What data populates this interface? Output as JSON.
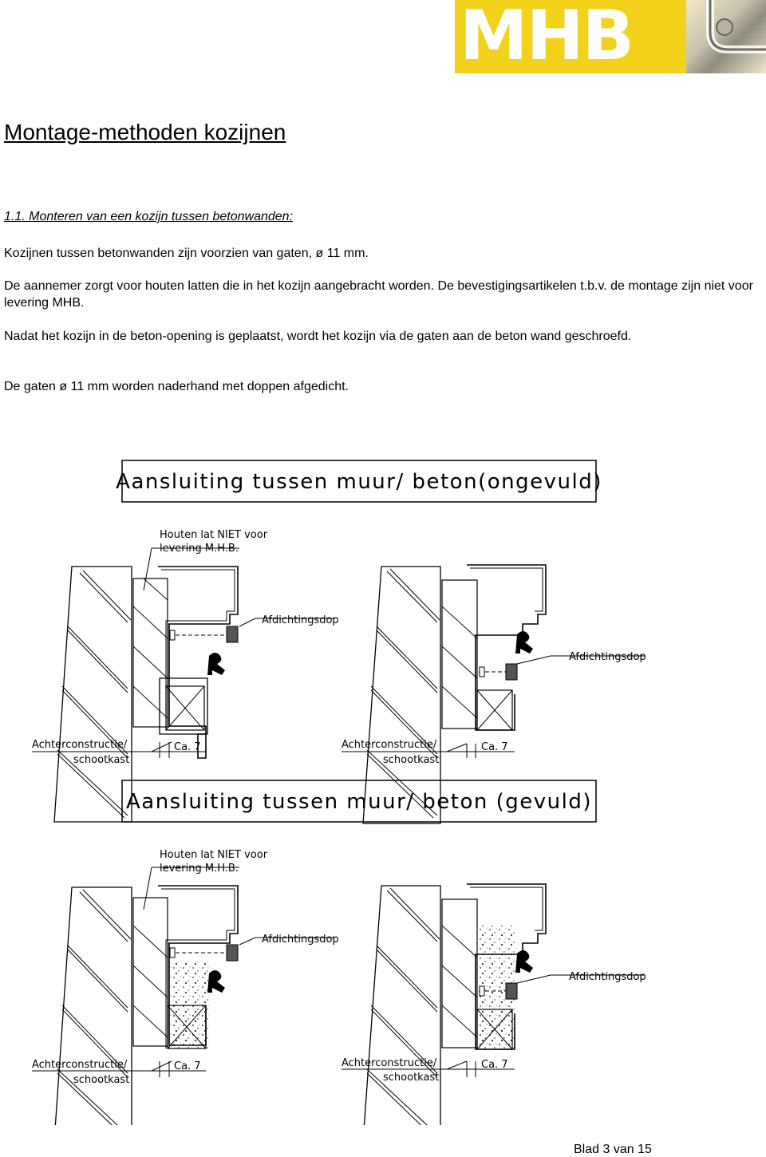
{
  "brand": {
    "logo_text": "MHB",
    "logo_color": "#f2d21a"
  },
  "page_title": "Montage-methoden kozijnen",
  "section_heading": "1.1. Monteren van een kozijn tussen betonwanden:",
  "paragraphs": [
    "Kozijnen tussen betonwanden zijn voorzien van gaten, ø 11 mm.",
    "De aannemer zorgt voor houten latten die in het kozijn aangebracht worden. De bevestigingsartikelen t.b.v. de montage zijn niet voor levering MHB.",
    "Nadat het kozijn in de beton-opening is geplaatst, wordt het kozijn via de gaten aan de beton wand geschroefd.",
    "De gaten ø 11 mm worden naderhand met doppen afgedicht."
  ],
  "drawings": [
    {
      "title": "Aansluiting tussen muur/ beton(ongevuld)",
      "left": {
        "label_lat_line1": "Houten lat NIET voor",
        "label_lat_line2": "levering M.H.B.",
        "label_dop": "Afdichtingsdop",
        "label_back_line1": "Achterconstructie/",
        "label_back_line2": "schootkast",
        "label_dim": "Ca. 7"
      },
      "right": {
        "label_dop": "Afdichtingsdop",
        "label_back_line1": "Achterconstructie/",
        "label_back_line2": "schootkast",
        "label_dim": "Ca. 7"
      }
    },
    {
      "title": "Aansluiting tussen muur/ beton (gevuld)",
      "left": {
        "label_lat_line1": "Houten lat NIET voor",
        "label_lat_line2": "levering M.H.B.",
        "label_dop": "Afdichtingsdop",
        "label_back_line1": "Achterconstructie/",
        "label_back_line2": "schootkast",
        "label_dim": "Ca. 7"
      },
      "right": {
        "label_dop": "Afdichtingsdop",
        "label_back_line1": "Achterconstructie/",
        "label_back_line2": "schootkast",
        "label_dim": "Ca. 7"
      }
    }
  ],
  "footer": "Blad 3 van 15"
}
